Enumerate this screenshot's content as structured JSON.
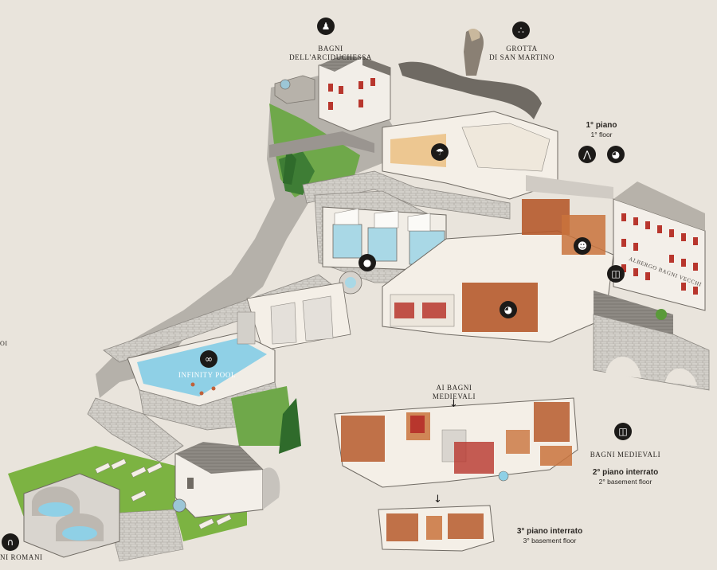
{
  "labels": {
    "bagni_arciduchessa": [
      "BAGNI",
      "DELL'ARCIDUCHESSA"
    ],
    "grotta": [
      "GROTTA",
      "DI SAN MARTINO"
    ],
    "infinity_pool": "INFINITY POOL",
    "ai_bagni_medievali": [
      "AI BAGNI",
      "MEDIEVALI"
    ],
    "bagni_medievali": "BAGNI MEDIEVALI",
    "bagni_romani": "NI ROMANI",
    "albergo": "ALBERGO BAGNI VECCHI",
    "edge_fragment": "OI"
  },
  "floors": {
    "first": {
      "main": "1° piano",
      "sub": "1° floor"
    },
    "second_basement": {
      "main": "2° piano interrato",
      "sub": "2° basement floor"
    },
    "third_basement": {
      "main": "3° piano interrato",
      "sub": "3° basement floor"
    }
  },
  "icons": {
    "arciduchessa": "bust-portrait-icon",
    "grotta": "cave-dots-icon",
    "shower": "shower-icon",
    "hanger": "hanger-icon",
    "mortar": "mortar-bowl-icon",
    "water": "water-drop-icon",
    "infinity": "infinity-pool-icon",
    "relax": "person-relax-icon",
    "bucket": "bucket-icon",
    "food": "food-bowl-icon",
    "medievali": "bucket-icon",
    "romani": "column-icon"
  },
  "colors": {
    "background": "#e9e4dc",
    "grass": "#7cb342",
    "stone": "#cfccc6",
    "water": "#a9d8e6",
    "wood": "#b65a2c",
    "icon_dark": "#1c1a18"
  }
}
